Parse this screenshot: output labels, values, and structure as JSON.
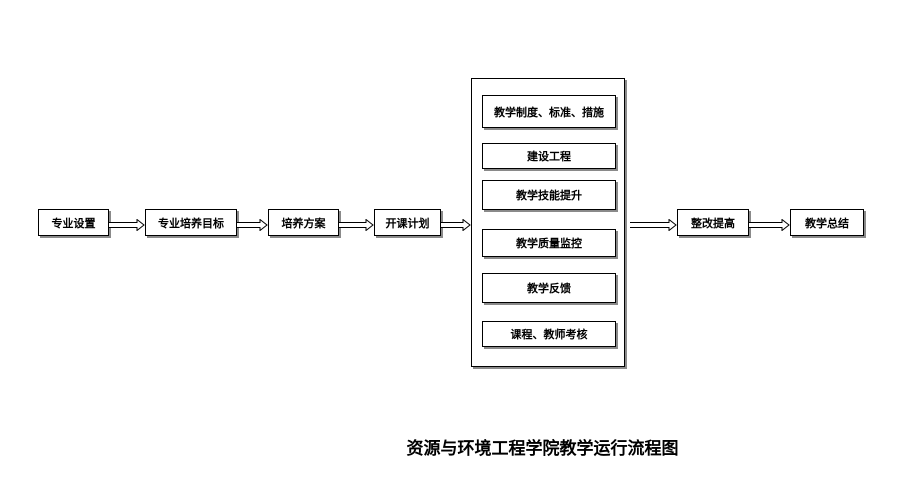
{
  "flow": {
    "nodes": [
      "专业设置",
      "专业培养目标",
      "培养方案",
      "开课计划"
    ],
    "group_items": [
      "教学制度、标准、措施",
      "建设工程",
      "教学技能提升",
      "教学质量监控",
      "教学反馈",
      "课程、教师考核"
    ],
    "after_nodes": [
      "整改提高",
      "教学总结"
    ]
  },
  "caption": "资源与环境工程学院教学运行流程图"
}
